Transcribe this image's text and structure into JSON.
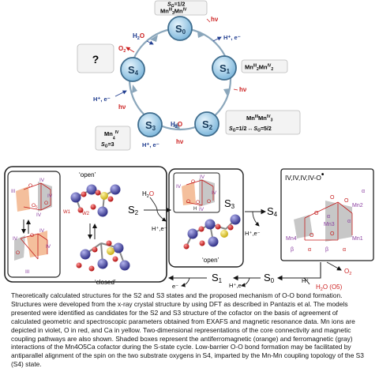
{
  "cycle": {
    "states": [
      "S",
      "S",
      "S",
      "S",
      "S"
    ],
    "subscripts": [
      "0",
      "1",
      "2",
      "3",
      "4"
    ],
    "s0_spin": "S",
    "s0_spin_sub": "G",
    "s0_spin_val": "=1/2",
    "s0_ox_base": "Mn",
    "s0_ox_sup1": "III",
    "s0_ox_sub1": "3",
    "s0_ox_mid": "Mn",
    "s0_ox_sup2": "IV",
    "s1_ox_base": "Mn",
    "s1_ox_sup1": "III",
    "s1_ox_sub1": "2",
    "s1_ox_mid": "Mn",
    "s1_ox_sup2": "IV",
    "s1_ox_sub2": "2",
    "s2_ox_base": "Mn",
    "s2_ox_sup1": "III",
    "s2_ox_mid": "Mn",
    "s2_ox_sup2": "IV",
    "s2_ox_sub2": "3",
    "s2_spin_a": "S",
    "s2_spin_a_sub": "G",
    "s2_spin_a_val": "=1/2",
    "s2_spin_arrow": "↔",
    "s2_spin_b": "S",
    "s2_spin_b_sub": "G",
    "s2_spin_b_val": "=5/2",
    "s3_ox_base": "Mn",
    "s3_ox_sup": "IV",
    "s3_ox_sub": "4",
    "s3_spin": "S",
    "s3_spin_sub": "G",
    "s3_spin_val": "=3",
    "s4_unknown": "?",
    "hv": "hν",
    "h_plus_e": "H⁺, e⁻",
    "water_h": "H",
    "water_sub": "2",
    "water_o": "O",
    "o2": "O",
    "o2_sub": "2",
    "colors": {
      "ring": "#8aa6bb",
      "node": "#8fc6e6",
      "node_edge": "#3f6d8e",
      "red": "#cc1f1f",
      "blue": "#1f3c8f"
    }
  },
  "mechanism": {
    "open_label": "‘open’",
    "closed_label": "‘closed’",
    "open_label2": "‘open’",
    "s2": "S",
    "s2_sub": "2",
    "s3": "S",
    "s3_sub": "3",
    "s4": "S",
    "s4_sub": "4",
    "s1": "S",
    "s1_sub": "1",
    "s0": "S",
    "s0_sub": "0",
    "h2o_h": "H",
    "h2o_sub": "2",
    "h2o_o": "O",
    "hplus_e": "H⁺,e⁻",
    "e_minus": "e⁻",
    "h_plus": "H⁺",
    "o2": "O",
    "o2_sub": "2",
    "h2o_o5_h": "H",
    "h2o_o5_sub": "2",
    "h2o_o5_o": "O (O5)",
    "s4_state_label": "IV,IV,IV,IV-O",
    "s4_radical": "•",
    "labels": {
      "IV": "IV",
      "III": "III",
      "O": "O",
      "O5": "O",
      "O5_sub": "5",
      "H": "H",
      "W1": "W1",
      "W2": "W2",
      "Mn1": "Mn1",
      "Mn2": "Mn2",
      "Mn3": "Mn3",
      "Mn4": "Mn4",
      "alpha": "α",
      "beta": "β"
    },
    "colors": {
      "orange": "#f2b48b",
      "gray": "#c7c7c7",
      "mn": "#3f3f9a",
      "o": "#d42020",
      "ca": "#e4cf2a",
      "purple": "#8a3fa0"
    }
  },
  "caption": "Theoretically calculated structures for the S2 and S3 states and the proposed mechanism of O-O bond formation. Structures were developed from the x-ray crystal structure by using DFT as described in Pantazis et al. The models presented were identified as candidates for the S2 and S3 structure of the cofactor on the basis of agreement of calculated geometric and spectroscopic parameters obtained from EXAFS and magnetic resonance data. Mn ions are depicted in violet, O in red, and Ca in yellow. Two-dimensional representations of the core connectivity and magnetic coupling pathways are also shown. Shaded boxes represent the antiferromagnetic (orange) and ferromagnetic (gray) interactions of the Mn4O5Ca cofactor during the S-state cycle. Low-barrier O-O bond formation may be facilitated by antiparallel alignment of the spin on the two substrate oxygens in S4, imparted by the Mn-Mn coupling topology of the S3 (S4) state."
}
